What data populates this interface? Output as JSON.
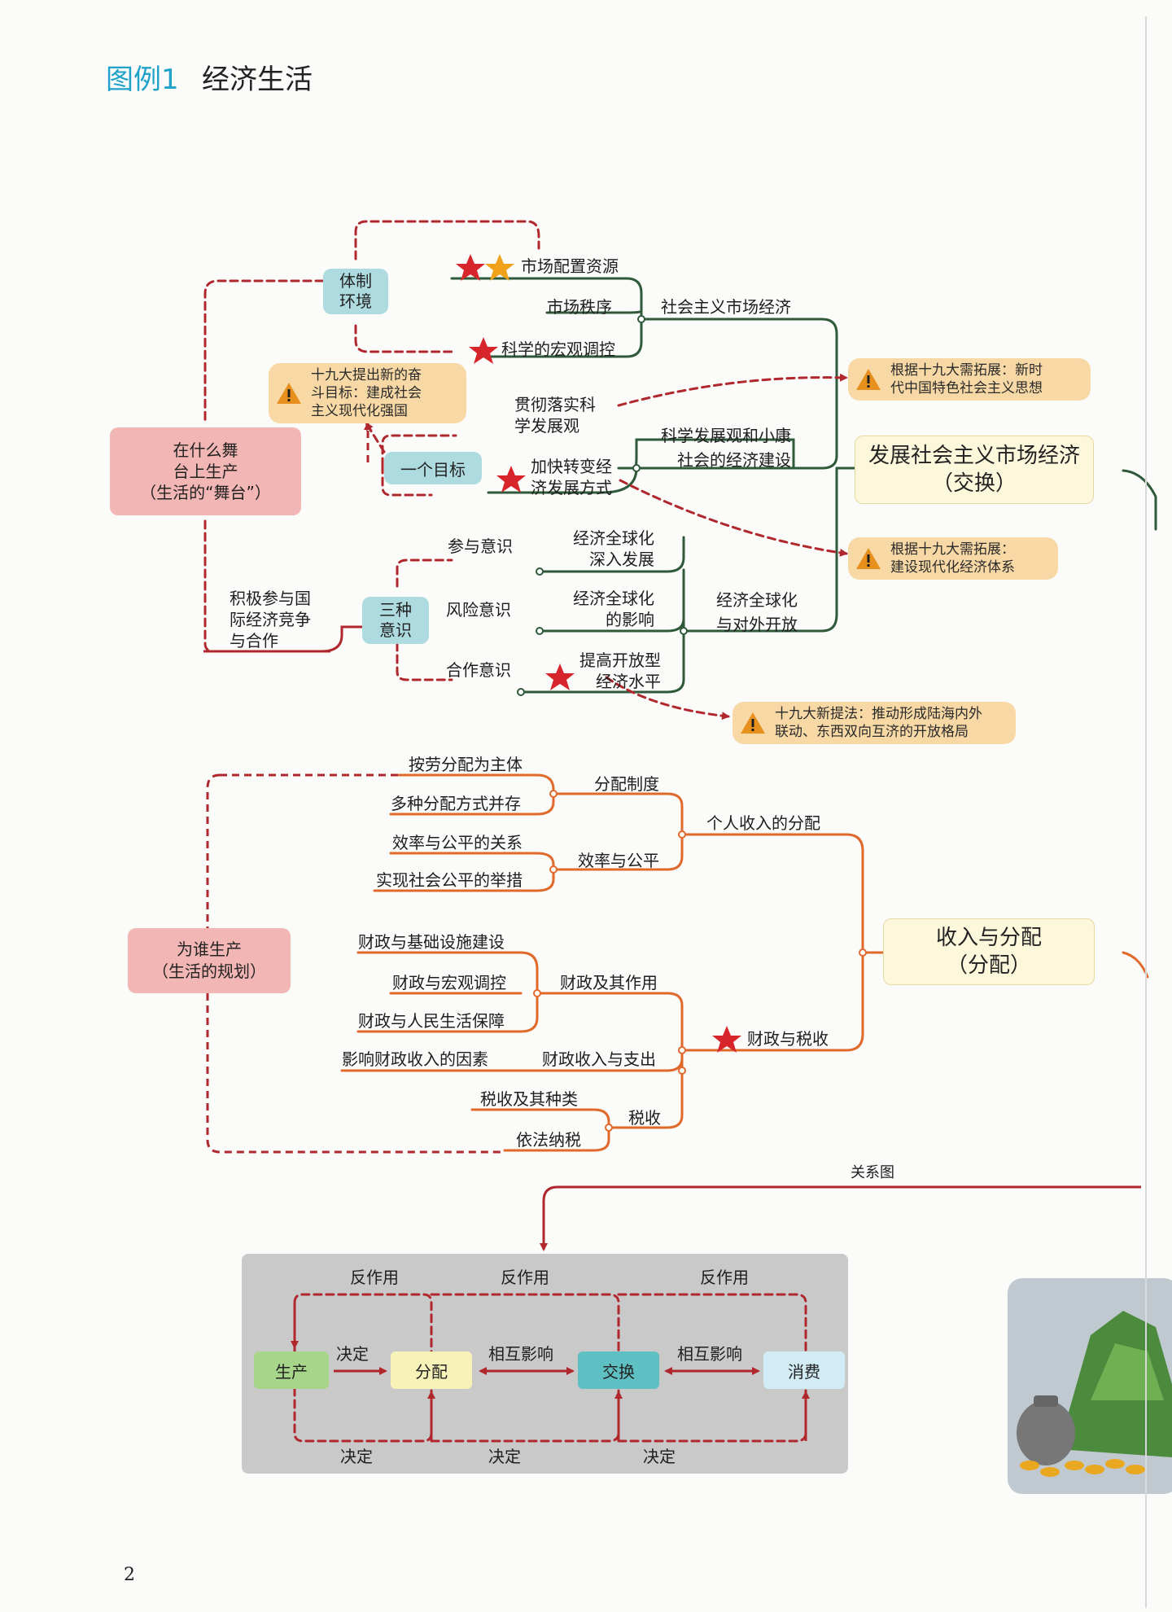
{
  "header": {
    "figure_label": "图例1",
    "title": "经济生活"
  },
  "page_number": "2",
  "colors": {
    "green": "#2f5a3a",
    "red_dashed": "#b0282d",
    "orange": "#e06a2c",
    "teal_box": "#aedbe0",
    "pink_box": "#f2b6b4",
    "cream_box": "#fdf8dc",
    "warning_bg": "#f8d9a6",
    "star_red": "#d7252b",
    "star_orange": "#f0a21b"
  },
  "section1": {
    "root": "在什么舞\n台上生产\n（生活的“舞台”）",
    "tizhi": "体制\n环境",
    "yige": "一个目标",
    "sanzhong": "三种\n意识",
    "jiji": "积极参与国\n际经济竞争\n与合作",
    "market_config": "市场配置资源",
    "market_order": "市场秩序",
    "macro": "科学的宏观调控",
    "socialist_market": "社会主义市场经济",
    "implement": "贯彻落实科\n学发展观",
    "accelerate": "加快转变经\n济发展方式",
    "science_xiaokang": "科学发展观和小康\n社会的经济建设",
    "participate": "参与意识",
    "risk": "风险意识",
    "cooperate": "合作意识",
    "glob_deep": "经济全球化\n深入发展",
    "glob_impact": "经济全球化\n的影响",
    "open_level": "提高开放型\n经济水平",
    "glob_open": "经济全球化\n与对外开放",
    "main_node": "发展社会主义市场经济\n（交换）",
    "warn_goal": "十九大提出新的奋\n斗目标：建成社会\n主义现代化强国",
    "warn_thought": "根据十九大需拓展：新时\n代中国特色社会主义思想",
    "warn_system": "根据十九大需拓展：\n建设现代化经济体系",
    "warn_open": "十九大新提法：推动形成陆海内外\n联动、东西双向互济的开放格局"
  },
  "section2": {
    "root": "为谁生产\n（生活的规划）",
    "labor": "按劳分配为主体",
    "multi": "多种分配方式并存",
    "dist_system": "分配制度",
    "eff_rel": "效率与公平的关系",
    "fair_measures": "实现社会公平的举措",
    "eff_fair": "效率与公平",
    "personal_income": "个人收入的分配",
    "fin_infra": "财政与基础设施建设",
    "fin_macro": "财政与宏观调控",
    "fin_life": "财政与人民生活保障",
    "fin_role": "财政及其作用",
    "fin_factors": "影响财政收入的因素",
    "fin_inout": "财政收入与支出",
    "tax_types": "税收及其种类",
    "tax_law": "依法纳税",
    "tax": "税收",
    "fin_tax": "财政与税收",
    "main_node": "收入与分配\n（分配）"
  },
  "relation": {
    "label": "关系图",
    "nodes": [
      "生产",
      "分配",
      "交换",
      "消费"
    ],
    "feedback": [
      "反作用",
      "反作用",
      "反作用"
    ],
    "decide_top": "决定",
    "mutual": [
      "相互影响",
      "相互影响"
    ],
    "decide_bottom": [
      "决定",
      "决定",
      "决定"
    ]
  }
}
